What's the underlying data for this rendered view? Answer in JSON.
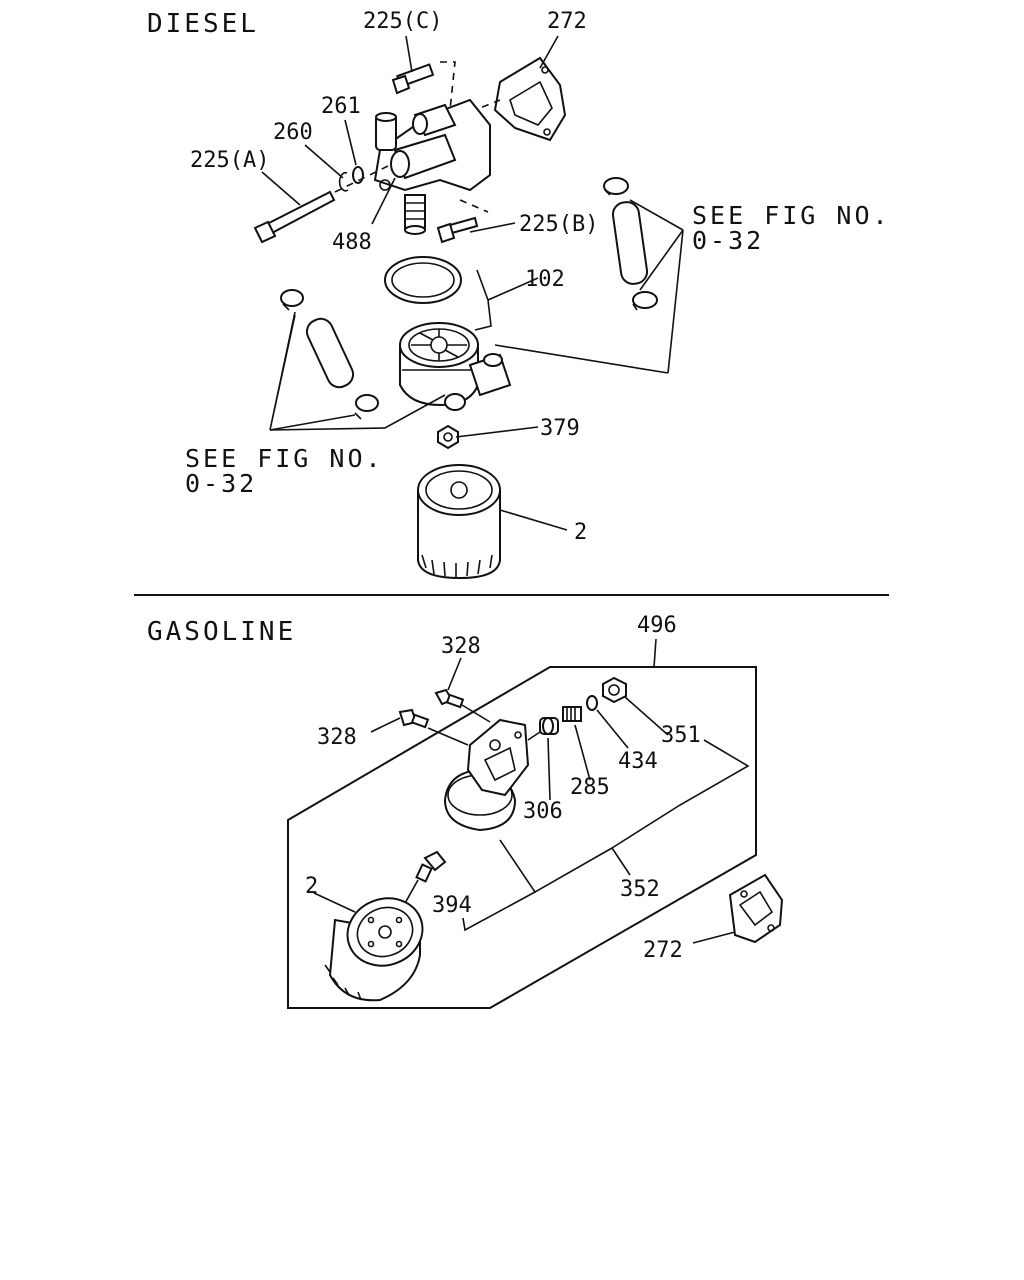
{
  "sections": {
    "diesel": "DIESEL",
    "gasoline": "GASOLINE"
  },
  "notes": {
    "see_fig_line1": "SEE FIG NO.",
    "see_fig_line2": "0-32"
  },
  "diesel_callouts": {
    "bolt_c": "225(C)",
    "gasket_272": "272",
    "washer_261": "261",
    "ring_260": "260",
    "bolt_a": "225(A)",
    "bolt_b": "225(B)",
    "fitting_488": "488",
    "oring_102": "102",
    "plug_379": "379",
    "filter_2": "2"
  },
  "gasoline_callouts": {
    "assy_496": "496",
    "plug_328_top": "328",
    "plug_328_left": "328",
    "plug_351": "351",
    "oring_434": "434",
    "spring_285": "285",
    "valve_306": "306",
    "filter_2": "2",
    "nipple_394": "394",
    "body_352": "352",
    "gasket_272": "272"
  }
}
